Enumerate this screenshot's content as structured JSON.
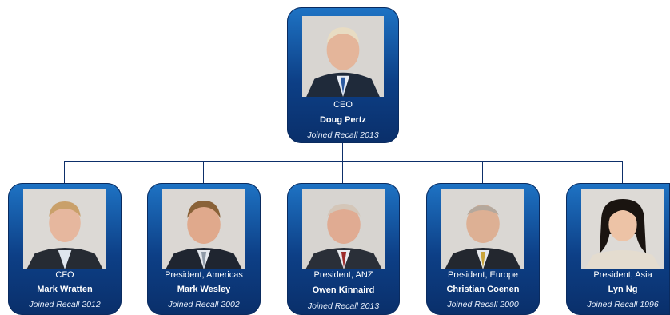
{
  "ceo": {
    "role": "CEO",
    "name": "Doug Pertz",
    "joined": "Joined Recall 2013"
  },
  "reports": [
    {
      "role": "CFO",
      "name": "Mark Wratten",
      "joined": "Joined Recall 2012"
    },
    {
      "role": "President, Americas",
      "name": "Mark Wesley",
      "joined": "Joined Recall 2002"
    },
    {
      "role": "President, ANZ",
      "name": "Owen Kinnaird",
      "joined": "Joined Recall 2013"
    },
    {
      "role": "President, Europe",
      "name": "Christian Coenen",
      "joined": "Joined Recall 2000"
    },
    {
      "role": "President, Asia",
      "name": "Lyn Ng",
      "joined": "Joined Recall 1996"
    }
  ],
  "colors": {
    "card_top": "#1e73c4",
    "card_bottom": "#0a2f6a",
    "connector": "#0d2f6a"
  }
}
